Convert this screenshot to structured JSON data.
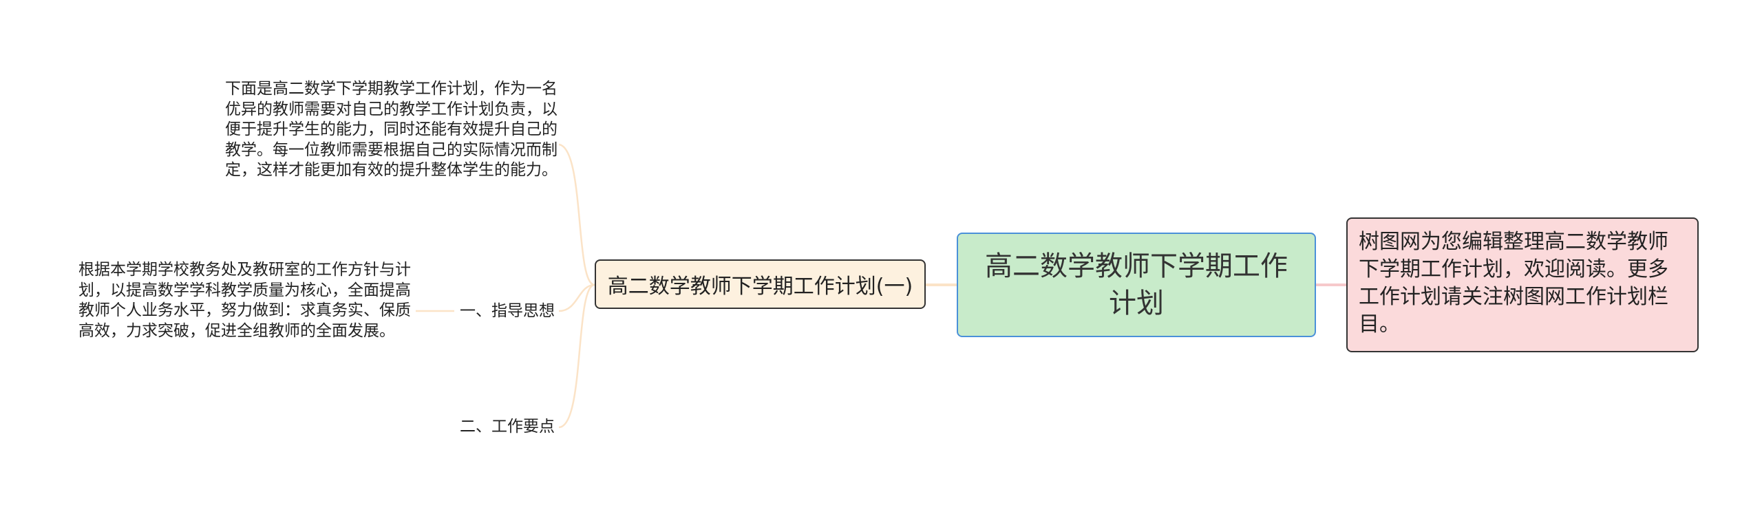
{
  "mindmap": {
    "root": {
      "text": "高二数学教师下学期工作计划"
    },
    "note": {
      "text": "树图网为您编辑整理高二数学教师下学期工作计划，欢迎阅读。更多工作计划请关注树图网工作计划栏目。"
    },
    "branch": {
      "text": "高二数学教师下学期工作计划(一)"
    },
    "intro": {
      "text": "下面是高二数学下学期教学工作计划，作为一名优异的教师需要对自己的教学工作计划负责，以便于提升学生的能力，同时还能有效提升自己的教学。每一位教师需要根据自己的实际情况而制定，这样才能更加有效的提升整体学生的能力。"
    },
    "guide": {
      "label": "一、指导思想",
      "detail": "根据本学期学校教务处及教研室的工作方针与计划，以提高数学学科教学质量为核心，全面提高教师个人业务水平，努力做到：求真务实、保质高效，力求突破，促进全组教师的全面发展。"
    },
    "points": {
      "label": "二、工作要点"
    }
  },
  "colors": {
    "root_fill": "#c8ebca",
    "root_border": "#4a90d9",
    "note_fill": "#fbdadb",
    "branch_fill": "#fdf1df",
    "link_left": "#fbe3c7",
    "link_right": "#f6c9cb"
  }
}
